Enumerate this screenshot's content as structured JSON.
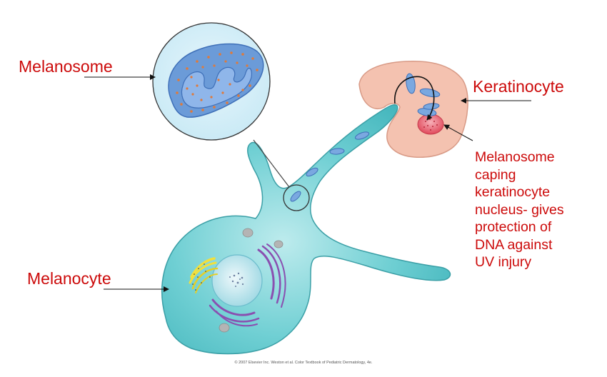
{
  "labels": {
    "melanosome": "Melanosome",
    "keratinocyte": "Keratinocyte",
    "melanocyte": "Melanocyte"
  },
  "caption_lines": [
    "Melanosome",
    "caping",
    "keratinocyte",
    "nucleus- gives",
    "protection of",
    "DNA against",
    "UV injury"
  ],
  "copyright": "© 2007 Elsevier Inc. Weston et al. Color Textbook of Pediatric Dermatology, 4e.",
  "colors": {
    "label_red": "#cc0a0a",
    "melanocyte_fill": "#5ec8cc",
    "melanocyte_stroke": "#3a9fa6",
    "keratinocyte_fill": "#f4c2b0",
    "melanosome_fill": "#6b9bd8",
    "nucleus_red": "#e0485a",
    "golgi_purple": "#8a4fb0"
  }
}
